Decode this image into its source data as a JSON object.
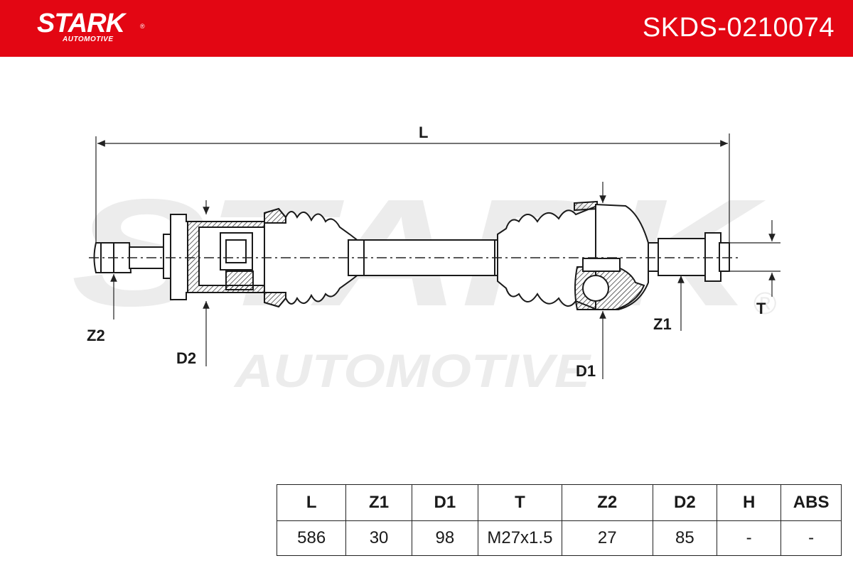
{
  "header": {
    "brand": "STARK",
    "brand_sub": "AUTOMOTIVE",
    "registered_mark": "®",
    "part_number": "SKDS-0210074",
    "color": "#e30613"
  },
  "watermark": {
    "main": "STARK",
    "sub": "AUTOMOTIVE",
    "registered_mark": "®"
  },
  "dimension_labels": {
    "L": "L",
    "Z1": "Z1",
    "D1": "D1",
    "T": "T",
    "Z2": "Z2",
    "D2": "D2"
  },
  "spec_table": {
    "headers": [
      "L",
      "Z1",
      "D1",
      "T",
      "Z2",
      "D2",
      "H",
      "ABS"
    ],
    "values": [
      "586",
      "30",
      "98",
      "M27x1.5",
      "27",
      "85",
      "-",
      "-"
    ]
  }
}
